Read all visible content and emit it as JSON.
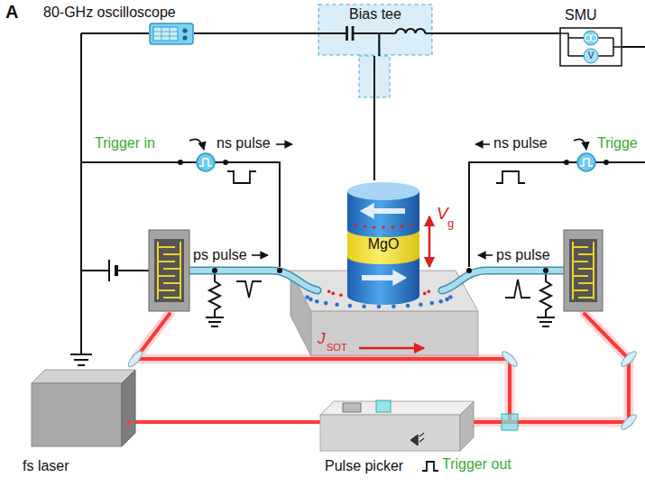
{
  "diagram": {
    "nodes": [
      {
        "text": [
          "80-GHz oscilloscope"
        ]
      },
      {
        "text": [
          "Bias tee"
        ]
      },
      {
        "text": [
          "SMU"
        ]
      },
      {
        "text": [
          "MgO"
        ]
      },
      {
        "text": [
          "fs laser"
        ]
      },
      {
        "text": [
          "Pulse picker"
        ]
      }
    ],
    "edges": [
      {
        "from": 0,
        "to": 1,
        "arrow": "none"
      },
      {
        "from": 1,
        "to": 2,
        "arrow": "none"
      },
      {
        "from": 1,
        "to": 3,
        "arrow": "none"
      },
      {
        "from": 4,
        "to": 5,
        "arrow": "none"
      }
    ],
    "labels": [
      "A",
      "Trigger in",
      "ns pulse",
      "ps pulse",
      "ns pulse",
      "Trigge",
      "ps pulse",
      "V",
      "g",
      "J",
      "SOT",
      "Trigger out",
      "V"
    ]
  }
}
